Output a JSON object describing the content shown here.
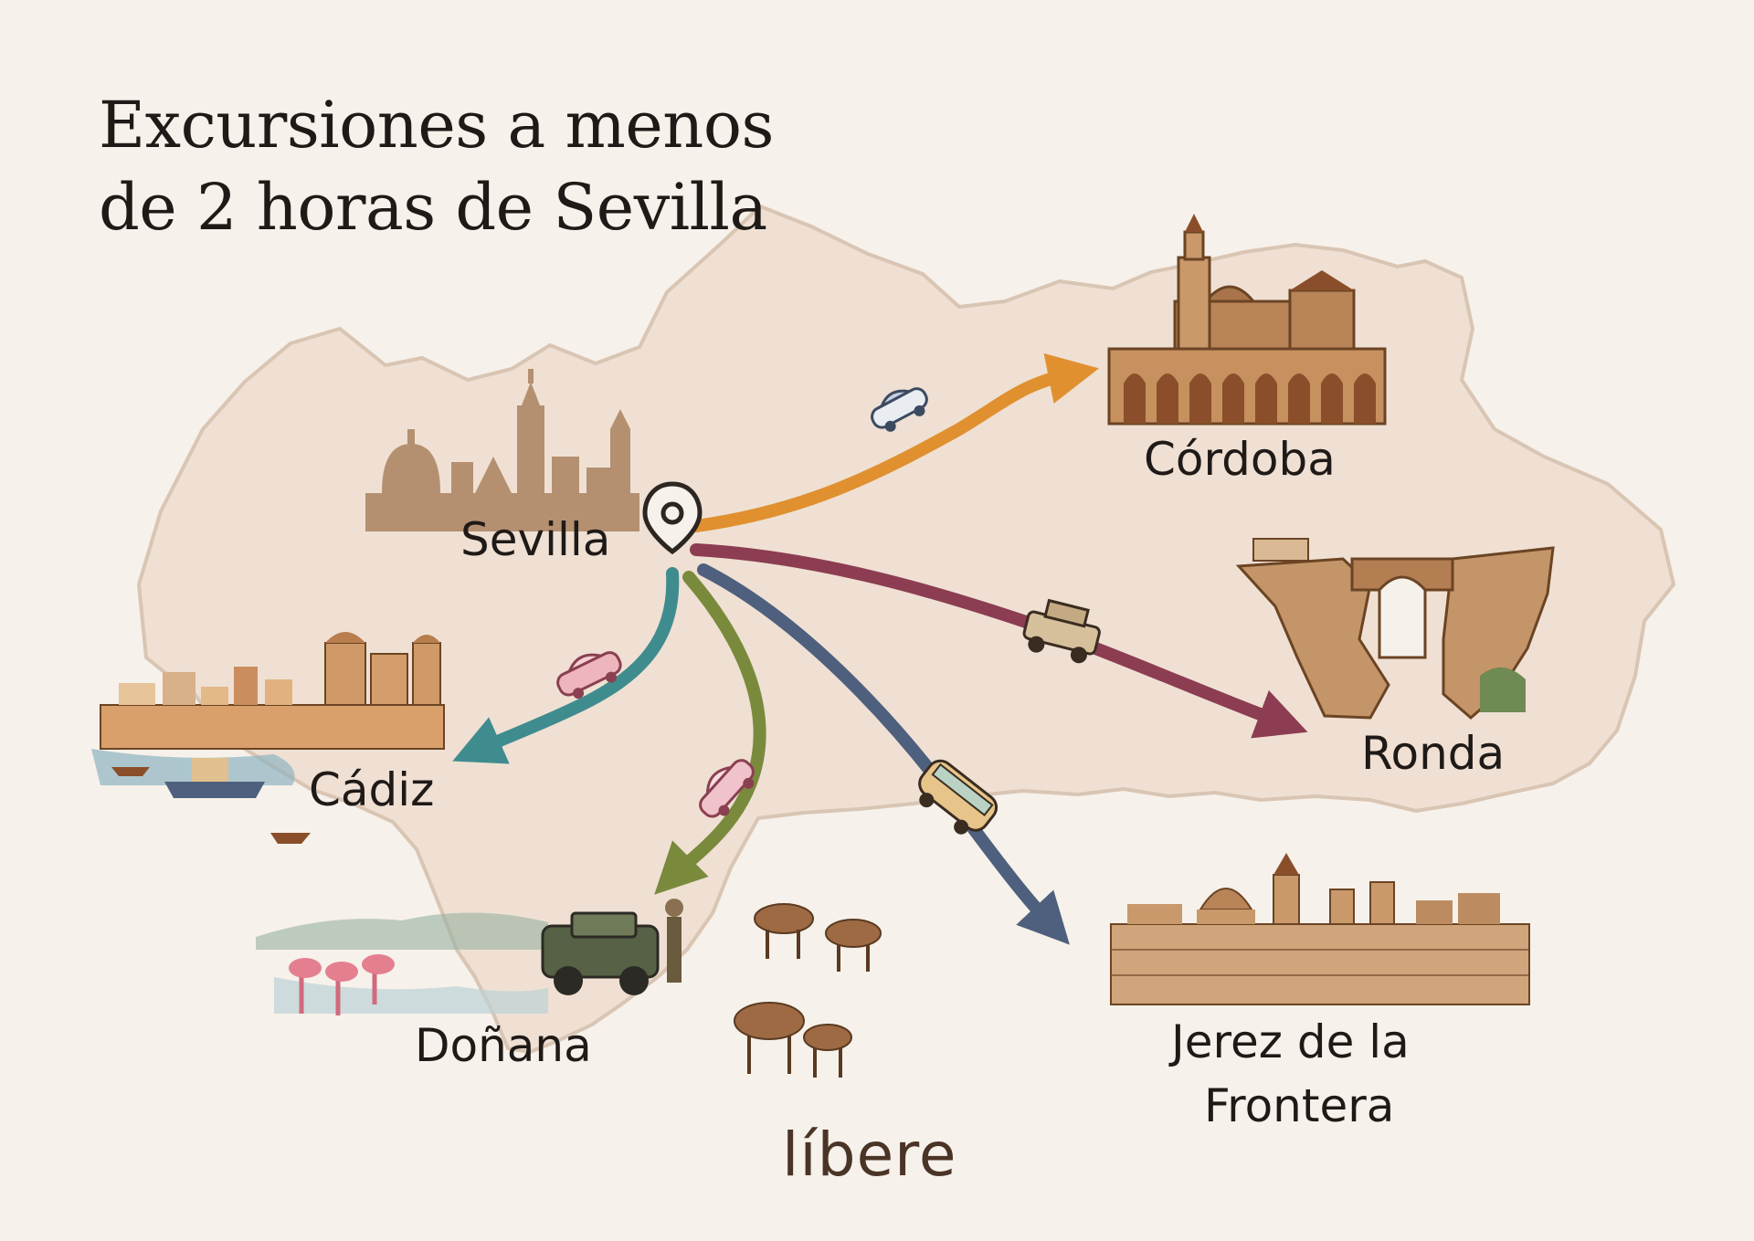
{
  "title": {
    "line1": "Excursiones a menos",
    "line2": "de 2 horas de Sevilla"
  },
  "origin": {
    "name": "Sevilla",
    "icon": "map-pin-icon"
  },
  "destinations": [
    {
      "id": "cordoba",
      "name": "Córdoba",
      "route_color": "#e0902f",
      "vehicle": "car-icon"
    },
    {
      "id": "ronda",
      "name": "Ronda",
      "route_color": "#8c3d52",
      "vehicle": "vintage-car-icon"
    },
    {
      "id": "cadiz",
      "name": "Cádiz",
      "route_color": "#3f8c8f",
      "vehicle": "car-icon"
    },
    {
      "id": "donana",
      "name": "Doñana",
      "route_color": "#7a8a3c",
      "vehicle": "car-icon"
    },
    {
      "id": "jerez",
      "name_line1": "Jerez de la",
      "name_line2": "Frontera",
      "route_color": "#4e607d",
      "vehicle": "van-icon"
    }
  ],
  "brand": {
    "logo_text": "líbere"
  },
  "colors": {
    "background": "#f6f1ea",
    "region_fill": "#efe0d3",
    "region_stroke": "#d9c5b3",
    "text": "#1f1a17",
    "logo": "#4a3426"
  }
}
